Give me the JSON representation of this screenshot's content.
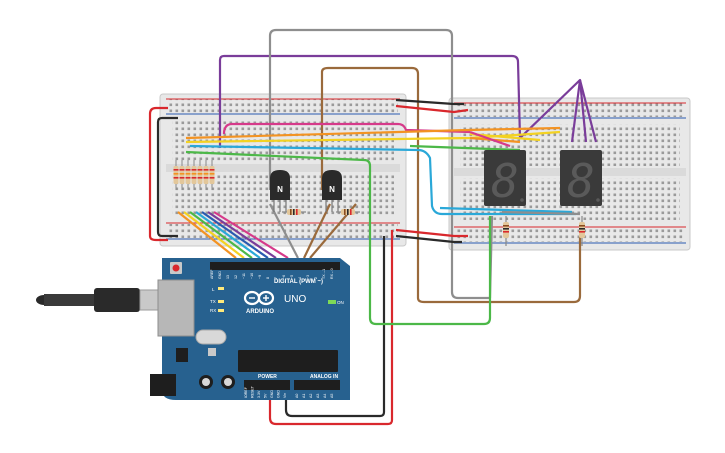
{
  "colors": {
    "board": "#27618f",
    "board_dark": "#1f4f76",
    "breadboard": "#e6e6e6",
    "wire_purple": "#7a3d9a",
    "wire_gray": "#8e8e8e",
    "wire_brown": "#9a6a3c",
    "wire_red": "#d9282d",
    "wire_black": "#2a2a2a",
    "wire_orange": "#f39322",
    "wire_yellow": "#f3d222",
    "wire_pink": "#d63a8a",
    "wire_green": "#4cb848",
    "wire_cyan": "#2aa8d8",
    "segment_display": "#3a3a3a"
  },
  "arduino": {
    "brand": "ARDUINO",
    "model": "UNO",
    "logo_icon": "infinity-logo-icon",
    "digital_label": "DIGITAL (PWM ~)",
    "power_label": "POWER",
    "analog_label": "ANALOG IN",
    "on_label": "ON",
    "led_l": "L",
    "led_tx": "TX",
    "led_rx": "RX",
    "digital_pins": [
      "AREF",
      "GND",
      "13",
      "12",
      "~11",
      "~10",
      "~9",
      "8",
      "7",
      "~6",
      "~5",
      "4",
      "~3",
      "2",
      "TX→1",
      "RX←0"
    ],
    "power_pins": [
      "IOREF",
      "RESET",
      "3.3V",
      "5V",
      "GND",
      "GND",
      "Vin"
    ],
    "analog_pins": [
      "A0",
      "A1",
      "A2",
      "A3",
      "A4",
      "A5"
    ]
  },
  "transistors": [
    {
      "label": "N"
    },
    {
      "label": "N"
    }
  ],
  "displays": [
    {
      "digit": "8"
    },
    {
      "digit": "8"
    }
  ]
}
